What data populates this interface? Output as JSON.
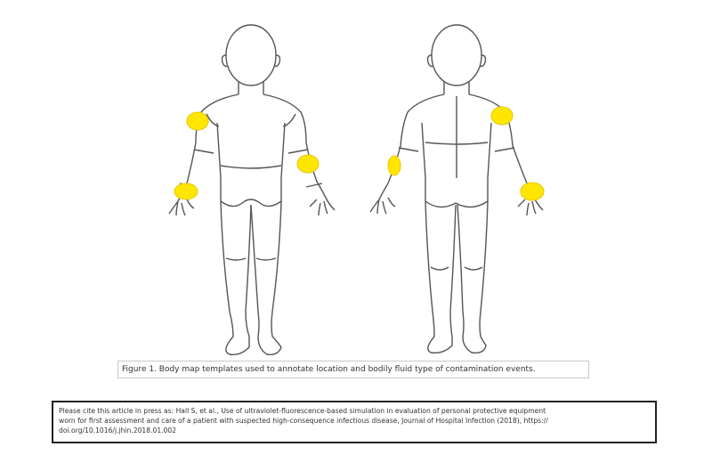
{
  "figure": {
    "caption": "Figure 1. Body map templates used to annotate location and bodily fluid type of contamination events.",
    "views": [
      "front-body-outline",
      "back-body-outline"
    ],
    "contamination_marks": [
      {
        "view": "front",
        "location": "right upper arm",
        "color": "#ffe600"
      },
      {
        "view": "front",
        "location": "right hand",
        "color": "#ffe600"
      },
      {
        "view": "front",
        "location": "left forearm",
        "color": "#ffe600"
      },
      {
        "view": "back",
        "location": "left forearm",
        "color": "#ffe600"
      },
      {
        "view": "back",
        "location": "right upper arm",
        "color": "#ffe600"
      },
      {
        "view": "back",
        "location": "right hand",
        "color": "#ffe600"
      }
    ]
  },
  "citation": {
    "line1": "Please cite this article in press as: Hall S, et al., Use of ultraviolet-fluorescence-based simulation in evaluation of personal protective equipment",
    "line2": "worn for first assessment and care of a patient with suspected high-consequence infectious disease, Journal of Hospital Infection (2018), https://",
    "line3": "doi.org/10.1016/j.jhin.2018.01.002"
  },
  "colors": {
    "mark": "#ffe600",
    "outline": "#555555",
    "border": "#222222"
  }
}
